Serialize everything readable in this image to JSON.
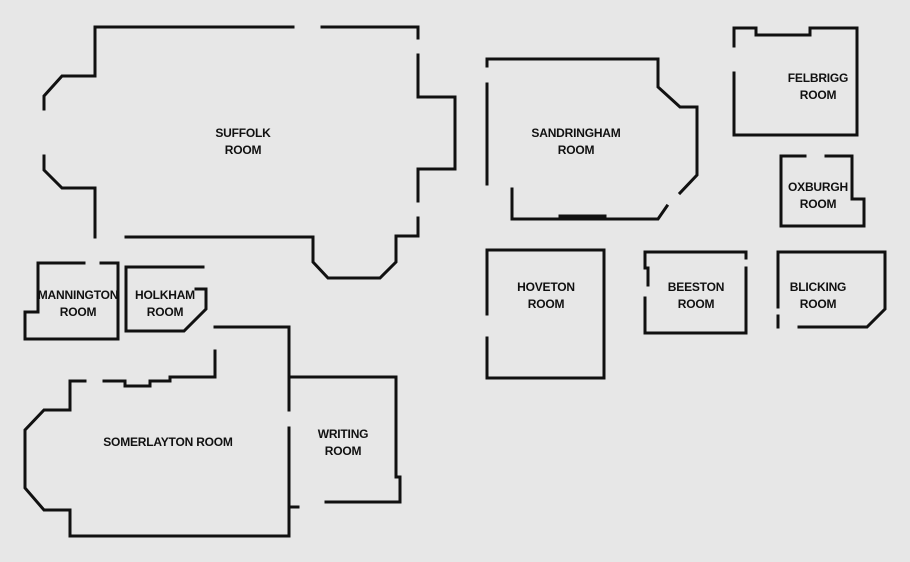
{
  "floor_plan": {
    "background_color": "#e7e7e7",
    "wall_color": "#111111",
    "rooms": {
      "suffolk": {
        "line1": "SUFFOLK",
        "line2": "ROOM"
      },
      "sandringham": {
        "line1": "SANDRINGHAM",
        "line2": "ROOM"
      },
      "felbrigg": {
        "line1": "FELBRIGG",
        "line2": "ROOM"
      },
      "oxburgh": {
        "line1": "OXBURGH",
        "line2": "ROOM"
      },
      "mannington": {
        "line1": "MANNINGTON",
        "line2": "ROOM"
      },
      "holkham": {
        "line1": "HOLKHAM",
        "line2": "ROOM"
      },
      "hoveton": {
        "line1": "HOVETON",
        "line2": "ROOM"
      },
      "beeston": {
        "line1": "BEESTON",
        "line2": "ROOM"
      },
      "blicking": {
        "line1": "BLICKING",
        "line2": "ROOM"
      },
      "somerlayton": {
        "line1": "SOMERLAYTON ROOM"
      },
      "writing": {
        "line1": "WRITING",
        "line2": "ROOM"
      }
    }
  }
}
